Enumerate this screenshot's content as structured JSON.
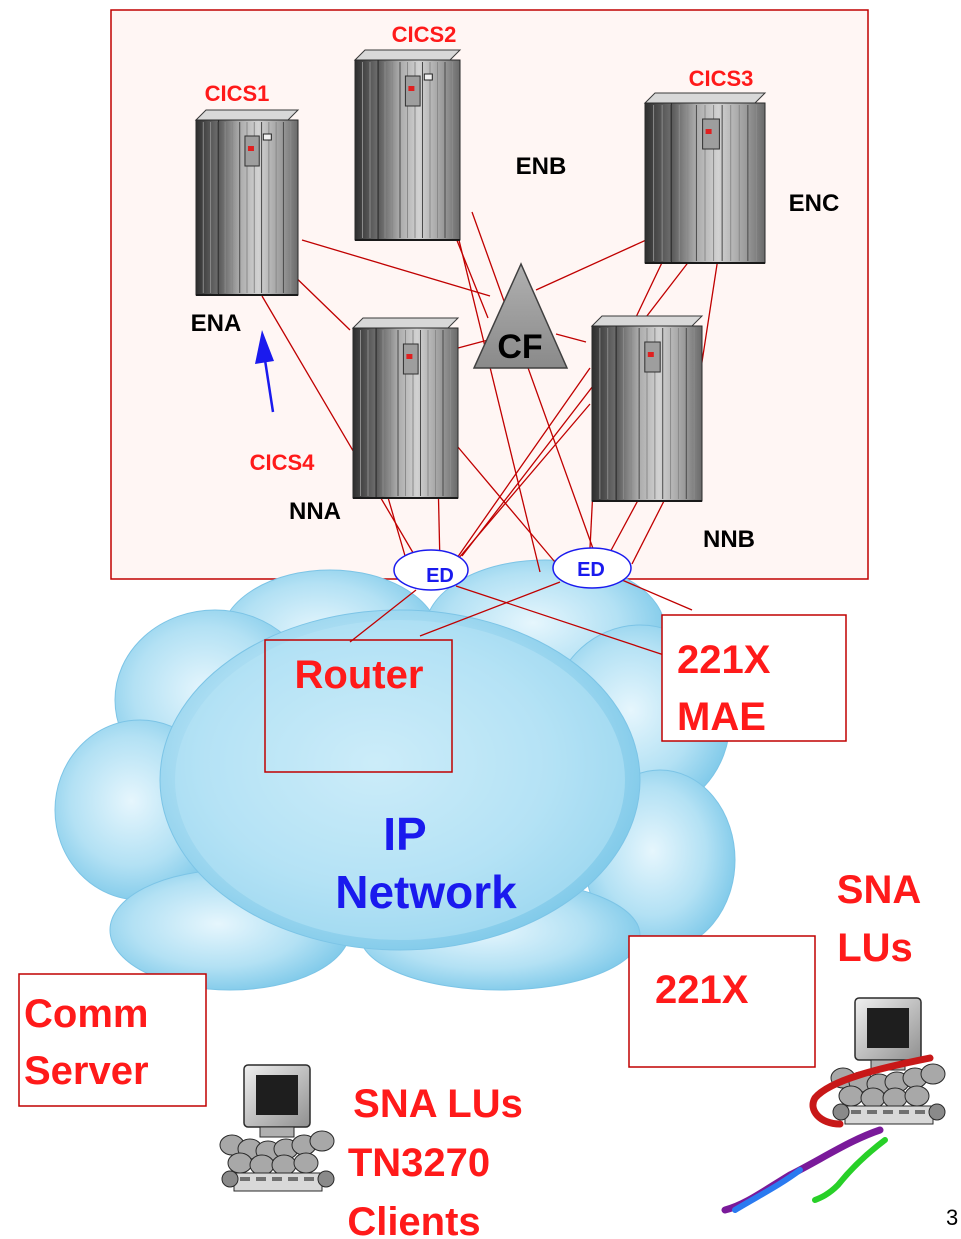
{
  "sysplex": {
    "systems": [
      {
        "cics": "CICS1",
        "node": "ENA"
      },
      {
        "cics": "CICS2",
        "node": "ENB"
      },
      {
        "cics": "CICS3",
        "node": "ENC"
      },
      {
        "cics": "CICS4",
        "node": "NNA"
      },
      {
        "cics": "",
        "node": "NNB"
      }
    ],
    "coupling_facility": "CF",
    "enterprise_extender_1": "ED",
    "enterprise_extender_2": "ED"
  },
  "network": {
    "router": "Router",
    "mae_line1": "221X",
    "mae_line2": "MAE",
    "cloud_line1": "IP",
    "cloud_line2": "Network"
  },
  "clients": {
    "comm_server_line1": "Comm",
    "comm_server_line2": "Server",
    "tn3270_line1": "SNA LUs",
    "tn3270_line2": "TN3270",
    "tn3270_line3": "Clients",
    "branch_221x": "221X",
    "sna_lus_line1": "SNA",
    "sna_lus_line2": "LUs"
  },
  "page_number": "3",
  "colors": {
    "label_red": "#ff1a1a",
    "link_red": "#c00000",
    "ed_blue": "#1a1aee",
    "cloud_blue": "#a9dcf2",
    "sysplex_bg": "#fff6f4"
  }
}
